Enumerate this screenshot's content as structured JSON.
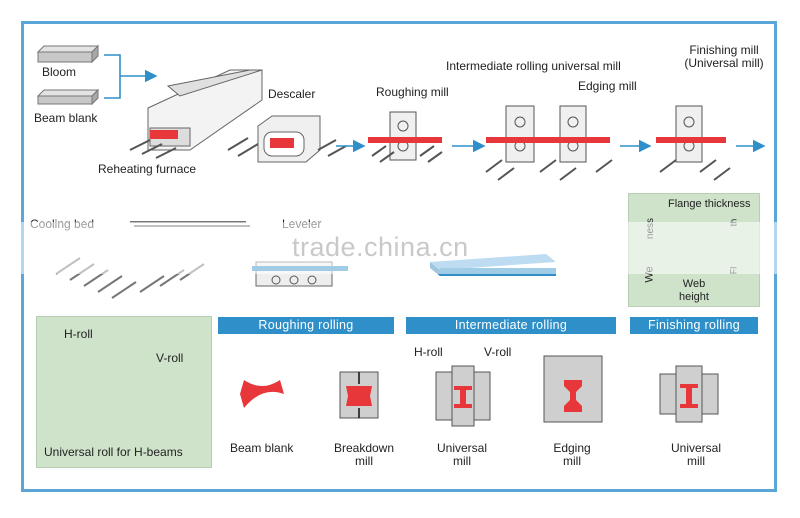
{
  "process": {
    "bloom": "Bloom",
    "beam_blank": "Beam blank",
    "reheating_furnace": "Reheating furnace",
    "descaler": "Descaler",
    "roughing_mill": "Roughing mill",
    "intermediate_mill": "Intermediate rolling universal mill",
    "edging_mill": "Edging mill",
    "finishing_mill_line1": "Finishing mill",
    "finishing_mill_line2": "(Universal mill)",
    "cooling_bed": "Cooling bed",
    "leveler": "Leveler"
  },
  "dimensions": {
    "flange_thickness": "Flange thickness",
    "web_height_line1": "Web",
    "web_height_line2": "height",
    "web_thickness_partial": "We",
    "ness_partial": "ness",
    "th_partial": "th",
    "fl_partial": "Fl"
  },
  "roll": {
    "h_roll": "H-roll",
    "v_roll": "V-roll",
    "caption": "Universal roll for H-beams"
  },
  "stages": {
    "roughing": "Roughing rolling",
    "intermediate": "Intermediate rolling",
    "finishing": "Finishing rolling"
  },
  "sections": {
    "beam_blank": "Beam blank",
    "breakdown_line1": "Breakdown",
    "breakdown_line2": "mill",
    "universal_line1": "Universal",
    "universal_line2": "mill",
    "edging_line1": "Edging",
    "edging_line2": "mill",
    "universal2_line1": "Universal",
    "universal2_line2": "mill",
    "h_roll": "H-roll",
    "v_roll": "V-roll"
  },
  "watermark": "trade.china.cn",
  "colors": {
    "frame": "#5aa6d8",
    "band": "#2f8fc8",
    "steel": "#e8373a",
    "green": "#cfe3cb"
  }
}
